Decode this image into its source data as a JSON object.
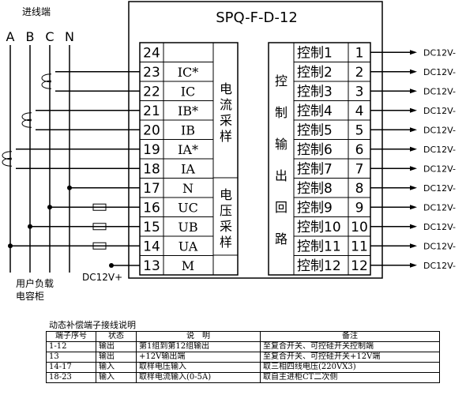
{
  "title": "SPQ-F-D-12",
  "incoming_label": "进线端",
  "phases": [
    "A",
    "B",
    "C",
    "N"
  ],
  "load_label": [
    "用户负载",
    "电容柜"
  ],
  "terminal_numbers": [
    "24",
    "23",
    "22",
    "21",
    "20",
    "19",
    "18",
    "17",
    "16",
    "15",
    "14",
    "13"
  ],
  "terminal_labels": [
    "",
    "IC*",
    "IC",
    "IB*",
    "IB",
    "IA*",
    "IA",
    "N",
    "UC",
    "UB",
    "UA",
    "M"
  ],
  "current_group_label": [
    "电",
    "流",
    "采",
    "样"
  ],
  "voltage_group_label": [
    "电",
    "压",
    "采",
    "样"
  ],
  "output_group_label": [
    "控",
    "制",
    "输",
    "出",
    "回",
    "路"
  ],
  "outputs": [
    {
      "name": "控制1",
      "num": "1"
    },
    {
      "name": "控制2",
      "num": "2"
    },
    {
      "name": "控制3",
      "num": "3"
    },
    {
      "name": "控制4",
      "num": "4"
    },
    {
      "name": "控制5",
      "num": "5"
    },
    {
      "name": "控制6",
      "num": "6"
    },
    {
      "name": "控制7",
      "num": "7"
    },
    {
      "name": "控制8",
      "num": "8"
    },
    {
      "name": "控制9",
      "num": "9"
    },
    {
      "name": "控制10",
      "num": "10"
    },
    {
      "name": "控制11",
      "num": "11"
    },
    {
      "name": "控制12",
      "num": "12"
    }
  ],
  "output_voltage_label": "DC12V-",
  "m_supply_label": "DC12V+",
  "table": {
    "caption": "动态补偿端子接线说明",
    "headers": [
      "端子序号",
      "状态",
      "说　明",
      "备注"
    ],
    "rows": [
      [
        "1-12",
        "输出",
        "第1组到第12组输出",
        "至复合开关、可控硅开关控制端"
      ],
      [
        "13",
        "输出",
        "+12V输出端",
        "至复合开关、可控硅开关+12V端"
      ],
      [
        "14-17",
        "输入",
        "取样电压输入",
        "取三相四线电压(220VX3)"
      ],
      [
        "18-23",
        "输入",
        "取样电流输入(0-5A)",
        "取自主进柜CT二次侧"
      ]
    ]
  }
}
